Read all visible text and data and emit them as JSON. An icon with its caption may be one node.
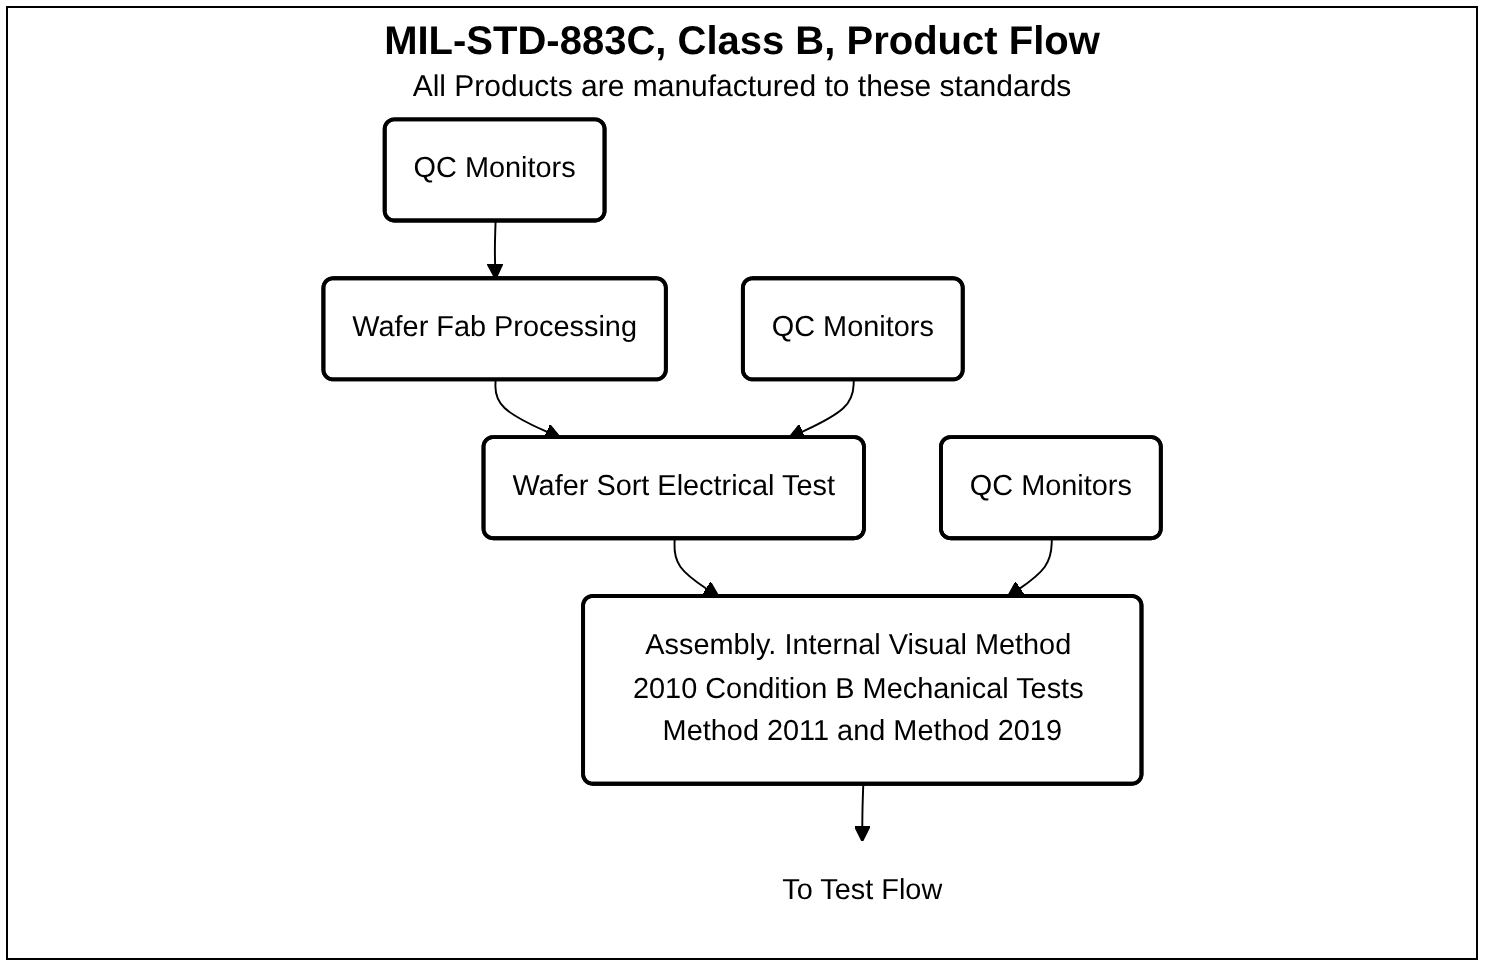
{
  "diagram": {
    "title": "MIL-STD-883C, Class B, Product Flow",
    "nodes": [
      {
        "text": [
          "Wafer Fab Processing"
        ]
      },
      {
        "text": [
          "QC Monitors"
        ]
      },
      {
        "text": [
          "Wafer Sort Electrical Test"
        ]
      },
      {
        "text": [
          "QC Monitors"
        ]
      },
      {
        "text": [
          "Assembly. Internal Visual Method 2010 Condition B Mechanical Tests Method 2011 and Method 2019"
        ]
      },
      {
        "text": [
          "QC Monitors"
        ]
      },
      {
        "text": [
          "To Test Flow"
        ]
      }
    ],
    "edges": [
      {
        "from": 1,
        "to": 0,
        "arrow": "to"
      },
      {
        "from": 0,
        "to": 2,
        "arrow": "to"
      },
      {
        "from": 3,
        "to": 2,
        "arrow": "to"
      },
      {
        "from": 2,
        "to": 4,
        "arrow": "to"
      },
      {
        "from": 5,
        "to": 4,
        "arrow": "to"
      },
      {
        "from": 4,
        "to": 6,
        "arrow": "to"
      }
    ],
    "labels": [
      "All Products are manufactured to these standards"
    ]
  }
}
